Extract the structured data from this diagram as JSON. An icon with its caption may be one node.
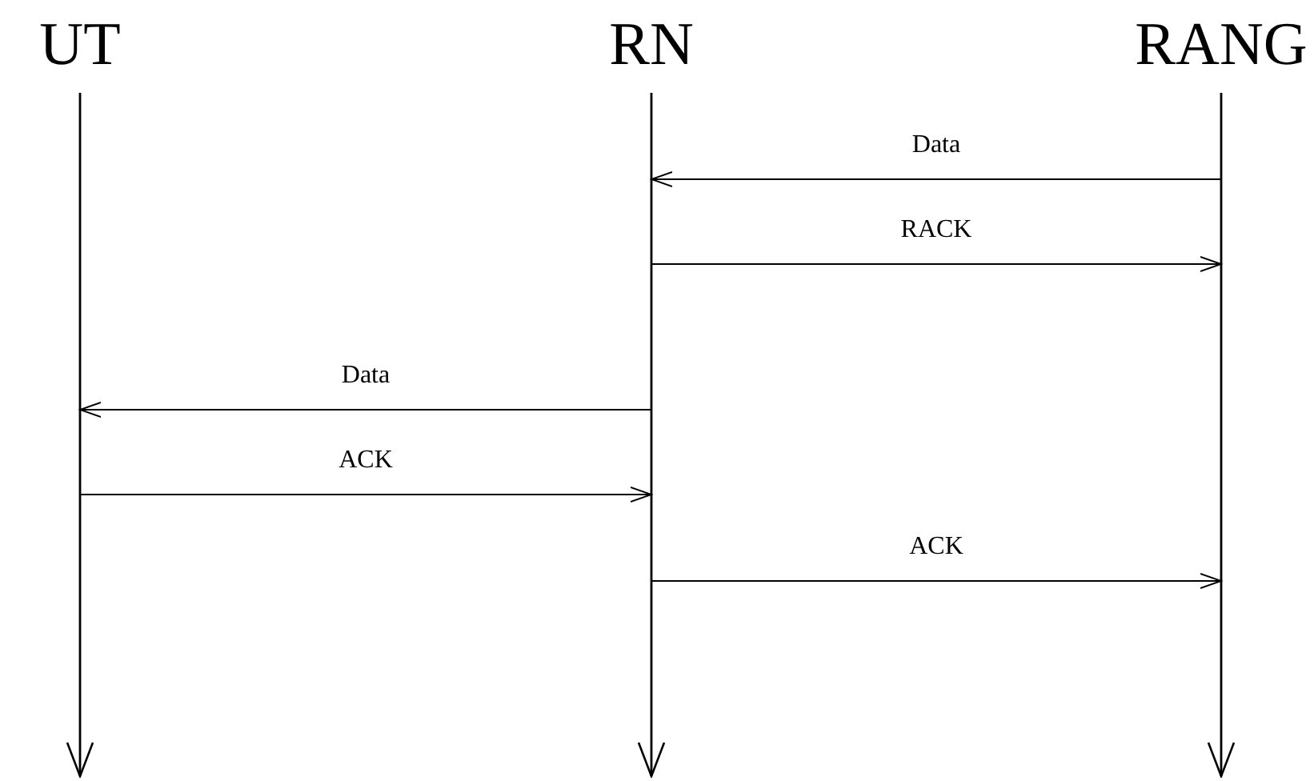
{
  "diagram": {
    "nodes": [
      {
        "text": [
          "UT"
        ]
      },
      {
        "text": [
          "RN"
        ]
      },
      {
        "text": [
          "RANG"
        ]
      }
    ],
    "edges": [
      {
        "from": 2,
        "to": 1,
        "arrow": "to",
        "label": "Data"
      },
      {
        "from": 1,
        "to": 2,
        "arrow": "to",
        "label": "RACK"
      },
      {
        "from": 1,
        "to": 0,
        "arrow": "to",
        "label": "Data"
      },
      {
        "from": 0,
        "to": 1,
        "arrow": "to",
        "label": "ACK"
      },
      {
        "from": 1,
        "to": 2,
        "arrow": "to",
        "label": "ACK"
      }
    ]
  }
}
